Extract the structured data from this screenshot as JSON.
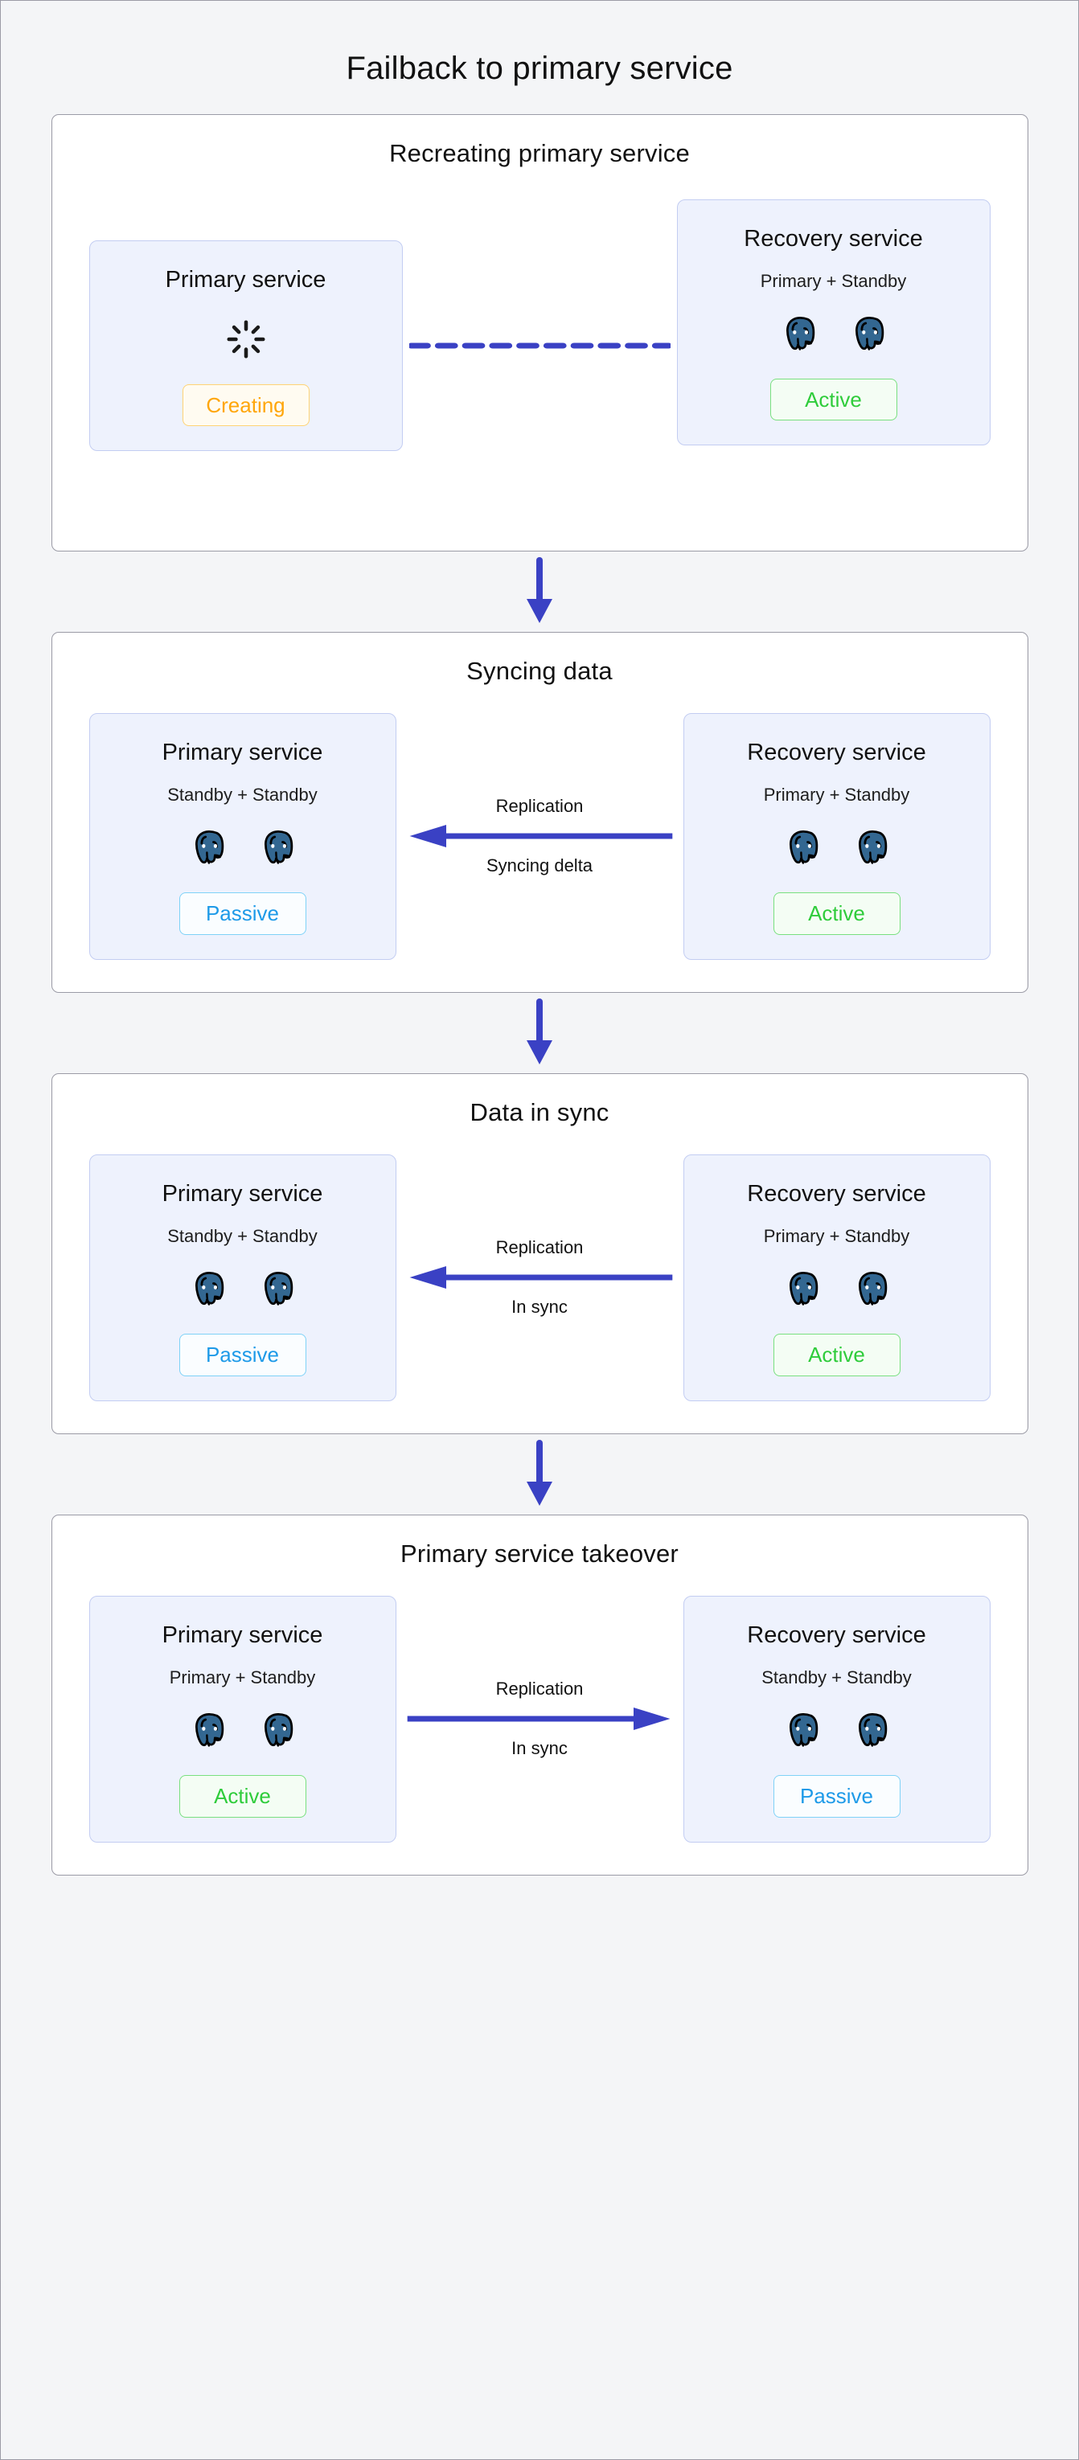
{
  "page": {
    "title": "Failback to primary service",
    "accent_blue": "#3a41c4",
    "card_bg": "#eef2fd",
    "card_border": "#c3cdf2",
    "panel_border": "#9b9ba6",
    "background": "#f4f5f7",
    "status_colors": {
      "active": "#2fcc3b",
      "passive": "#1e9ae8",
      "creating": "#ffa60a"
    }
  },
  "stages": [
    {
      "id": "recreate",
      "title": "Recreating primary service",
      "left": {
        "name": "Primary service",
        "subtitle": "",
        "icon": "spinner-icon",
        "node_count": 0,
        "badge": "Creating",
        "badge_kind": "creating"
      },
      "connector": {
        "style": "dashed",
        "direction": "none",
        "label_top": "",
        "label_bottom": ""
      },
      "right": {
        "name": "Recovery service",
        "subtitle": "Primary + Standby",
        "icon": "postgresql-elephant-icon",
        "node_count": 2,
        "badge": "Active",
        "badge_kind": "active"
      }
    },
    {
      "id": "sync",
      "title": "Syncing data",
      "left": {
        "name": "Primary service",
        "subtitle": "Standby + Standby",
        "icon": "postgresql-elephant-icon",
        "node_count": 2,
        "badge": "Passive",
        "badge_kind": "passive"
      },
      "connector": {
        "style": "solid",
        "direction": "left",
        "label_top": "Replication",
        "label_bottom": "Syncing delta"
      },
      "right": {
        "name": "Recovery service",
        "subtitle": "Primary + Standby",
        "icon": "postgresql-elephant-icon",
        "node_count": 2,
        "badge": "Active",
        "badge_kind": "active"
      }
    },
    {
      "id": "insync",
      "title": "Data in sync",
      "left": {
        "name": "Primary service",
        "subtitle": "Standby + Standby",
        "icon": "postgresql-elephant-icon",
        "node_count": 2,
        "badge": "Passive",
        "badge_kind": "passive"
      },
      "connector": {
        "style": "solid",
        "direction": "left",
        "label_top": "Replication",
        "label_bottom": "In sync"
      },
      "right": {
        "name": "Recovery service",
        "subtitle": "Primary + Standby",
        "icon": "postgresql-elephant-icon",
        "node_count": 2,
        "badge": "Active",
        "badge_kind": "active"
      }
    },
    {
      "id": "takeover",
      "title": "Primary service takeover",
      "left": {
        "name": "Primary service",
        "subtitle": "Primary + Standby",
        "icon": "postgresql-elephant-icon",
        "node_count": 2,
        "badge": "Active",
        "badge_kind": "active"
      },
      "connector": {
        "style": "solid",
        "direction": "right",
        "label_top": "Replication",
        "label_bottom": "In sync"
      },
      "right": {
        "name": "Recovery service",
        "subtitle": "Standby + Standby",
        "icon": "postgresql-elephant-icon",
        "node_count": 2,
        "badge": "Passive",
        "badge_kind": "passive"
      }
    }
  ],
  "flow_arrows": [
    {
      "direction": "down"
    },
    {
      "direction": "down"
    },
    {
      "direction": "down"
    }
  ]
}
